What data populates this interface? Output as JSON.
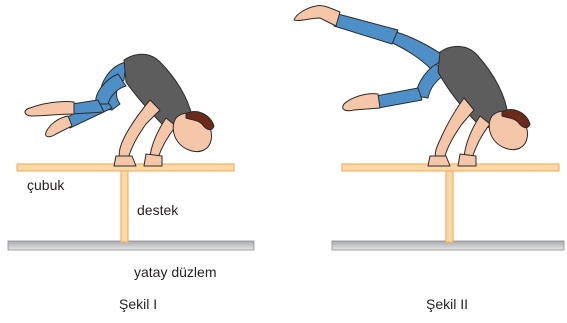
{
  "labels": {
    "rod": "çubuk",
    "support": "destek",
    "ground": "yatay düzlem",
    "figure1": "Şekil I",
    "figure2": "Şekil II"
  },
  "colors": {
    "bar_fill": "#f9d8a6",
    "bar_stroke": "#f0b26a",
    "ground_fill": "#cfd0d2",
    "ground_stroke": "#8a8c8e",
    "jeans": "#4f8fc8",
    "shirt": "#5d5d5d",
    "skin": "#f6c6a8",
    "hair": "#6b2a1a"
  }
}
